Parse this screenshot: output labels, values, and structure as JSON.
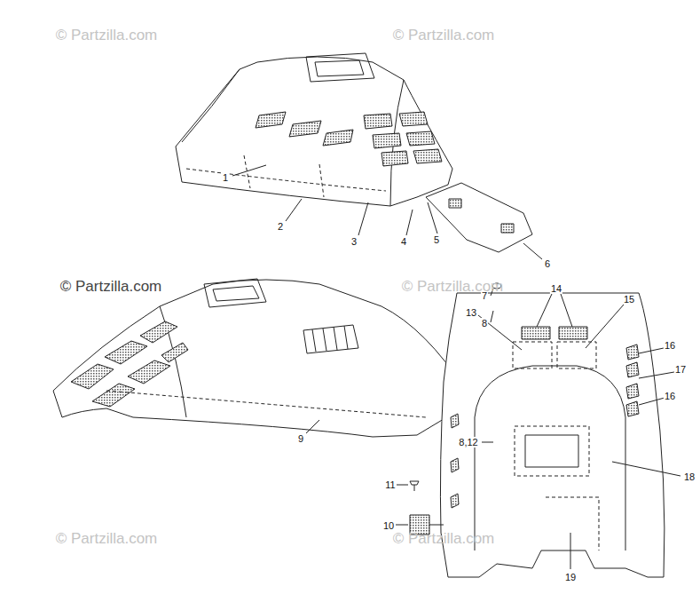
{
  "diagram": {
    "labels": [
      "© Partzilla.com",
      "© Partzilla.com",
      "1",
      "2",
      "3",
      "4",
      "5",
      "6",
      "7",
      "8",
      "© Partzilla.com",
      "© Partzilla.com",
      "14",
      "15",
      "13",
      "16",
      "17",
      "16",
      "8,12",
      "9",
      "18",
      "11",
      "10",
      "19",
      "© Partzilla.com",
      "© Partzilla.com"
    ]
  }
}
